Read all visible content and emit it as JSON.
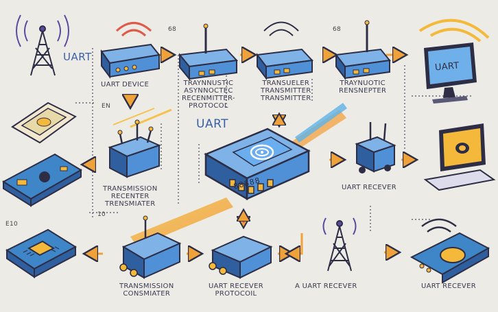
{
  "labels": {
    "uart_top_left": "UART",
    "uart_device": "UART DEVICE",
    "top_mid_1": "TRAYNNUSTIC\nASYNNOCTEC\nRECENMITTER-\nPROTOCOL",
    "top_mid_2": "TRANSUELER\nTRANSMITTER\nTRANSMITTER",
    "top_right": "TRAYNUOTIC\nRENSNEPTER",
    "uart_center": "UART",
    "transmission_receiver": "TRANSMISSION\nRECENTER\nTRENSMIATER",
    "uart_receiver_right": "UART RECEVER",
    "uart_screen": "UART",
    "transmission_bottom": "TRANSMISSION\nCONSMIATER",
    "uart_receiver_protocol": "UART RECEVER\nPROTOCOIL",
    "a_uart_receiver": "A UART RECEVER",
    "uart_receiver_bottom_right": "UART RECEVER",
    "chip_text": "88888",
    "num_top_1": "68",
    "num_top_2": "68",
    "num_left": "E10",
    "num_small_1": "EN",
    "num_small_2": "10"
  },
  "colors": {
    "background": "#ecebe5",
    "device_blue": "#4f90d6",
    "device_dark": "#2f5f9e",
    "outline": "#2d2d45",
    "arrow_orange": "#f0a23a",
    "signal_red": "#e05a4a",
    "antenna_purple": "#5a4aa0",
    "pcb_blue": "#3f86c8",
    "screen_yellow": "#f4b83a"
  }
}
